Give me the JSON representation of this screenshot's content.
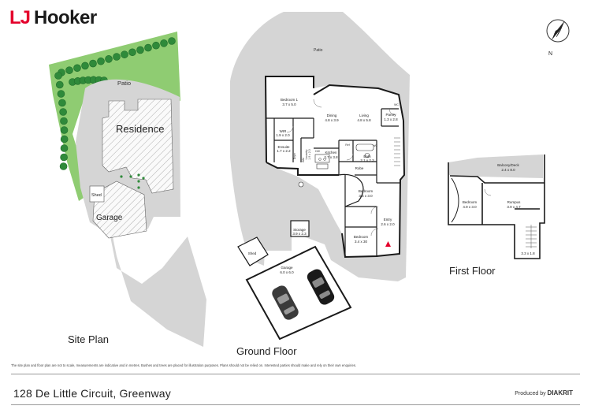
{
  "brand": {
    "mark": "LJ",
    "name": "Hooker"
  },
  "compass": {
    "north_label": "N"
  },
  "site_plan": {
    "title": "Site Plan",
    "patio": "Patio",
    "residence": "Residence",
    "garage": "Garage",
    "shed": "Shed"
  },
  "ground_floor": {
    "title": "Ground Floor",
    "patio": "Patio",
    "rooms": {
      "bedroom1": {
        "name": "Bedroom 1",
        "dims": "3.7 x 5.0"
      },
      "wir": {
        "name": "WIR",
        "dims": "1.9 x 2.0"
      },
      "ensuite": {
        "name": "Ensuite",
        "dims": "1.7 x 2.2"
      },
      "dining": {
        "name": "Dining",
        "dims": "4.8 x 3.9"
      },
      "living": {
        "name": "Living",
        "dims": "4.8 x 5.8"
      },
      "pantry": {
        "name": "Pantry",
        "dims": "1.3 x 2.8"
      },
      "laundry": {
        "name": "Laundry",
        "dims": "1.9 x 2.3"
      },
      "kitchen": {
        "name": "Kitchen",
        "dims": "2.7 x 3.8"
      },
      "bath": {
        "name": "Bath",
        "dims": "2.1 x 2.3"
      },
      "robe": {
        "name": "Robe"
      },
      "bedroom2": {
        "name": "Bedroom",
        "dims": "3.5 x 3.0"
      },
      "entry": {
        "name": "Entry",
        "dims": "2.6 x 2.0"
      },
      "bedroom3": {
        "name": "Bedroom",
        "dims": "3.4 x 30"
      },
      "storage": {
        "name": "Storage",
        "dims": "3.9 x 2.3"
      },
      "shed": {
        "name": "Shed"
      },
      "garage": {
        "name": "Garage",
        "dims": "6.0 x 6.0"
      }
    },
    "fixtures": {
      "wc": "WC",
      "ref": "Ref",
      "dw": "DW",
      "wm": "WM",
      "dryer": "Dryer",
      "wc2": "WC"
    }
  },
  "first_floor": {
    "title": "First Floor",
    "rooms": {
      "balcony": {
        "name": "Balcony/Deck",
        "dims": "2.4 x 8.0"
      },
      "bedroom": {
        "name": "Bedroom",
        "dims": "4.9 x 3.0"
      },
      "rumpus": {
        "name": "Rumpus",
        "dims": "3.9 x 4.7"
      },
      "stair": {
        "dims": "3.3 x 1.8"
      }
    }
  },
  "disclaimer": "The site plan and floor plan are not to scale, measurements are indicative and in metres. Bushes and trees are placed for illustration purposes. Plans should not be relied on. Interested parties should make and rely on their own enquiries.",
  "address": "128 De Little Circuit, Greenway",
  "produced_by": {
    "prefix": "Produced by",
    "brand": "DIAKRIT"
  },
  "colors": {
    "brand_red": "#e4002b",
    "wall": "#1a1a1a",
    "ground": "#d5d5d5",
    "lawn": "#8fcc72",
    "tree": "#2f8a3a",
    "accent_red": "#e4002b"
  }
}
